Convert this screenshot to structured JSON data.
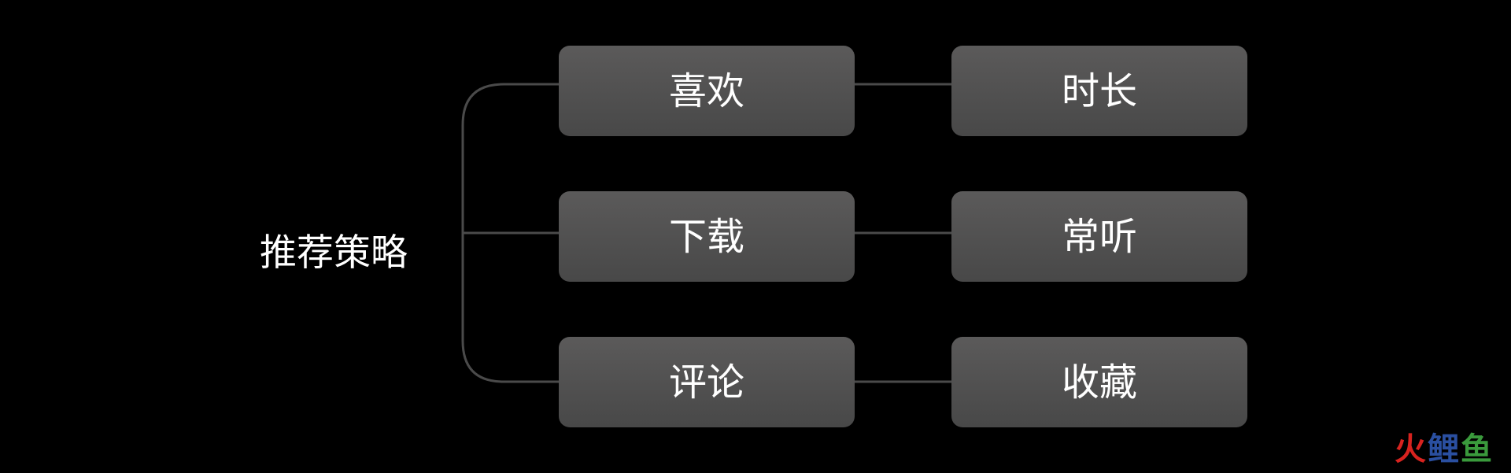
{
  "diagram": {
    "root": {
      "label": "推荐策略"
    },
    "nodes": [
      {
        "label": "喜欢",
        "linked_label": "时长"
      },
      {
        "label": "下载",
        "linked_label": "常听"
      },
      {
        "label": "评论",
        "linked_label": "收藏"
      }
    ]
  },
  "watermark": {
    "text_1": "火",
    "text_2": "鲤",
    "text_3": "鱼"
  },
  "colors": {
    "background": "#000000",
    "node_fill": "#525252",
    "connector": "#4a4a4a",
    "text": "#ffffff"
  }
}
